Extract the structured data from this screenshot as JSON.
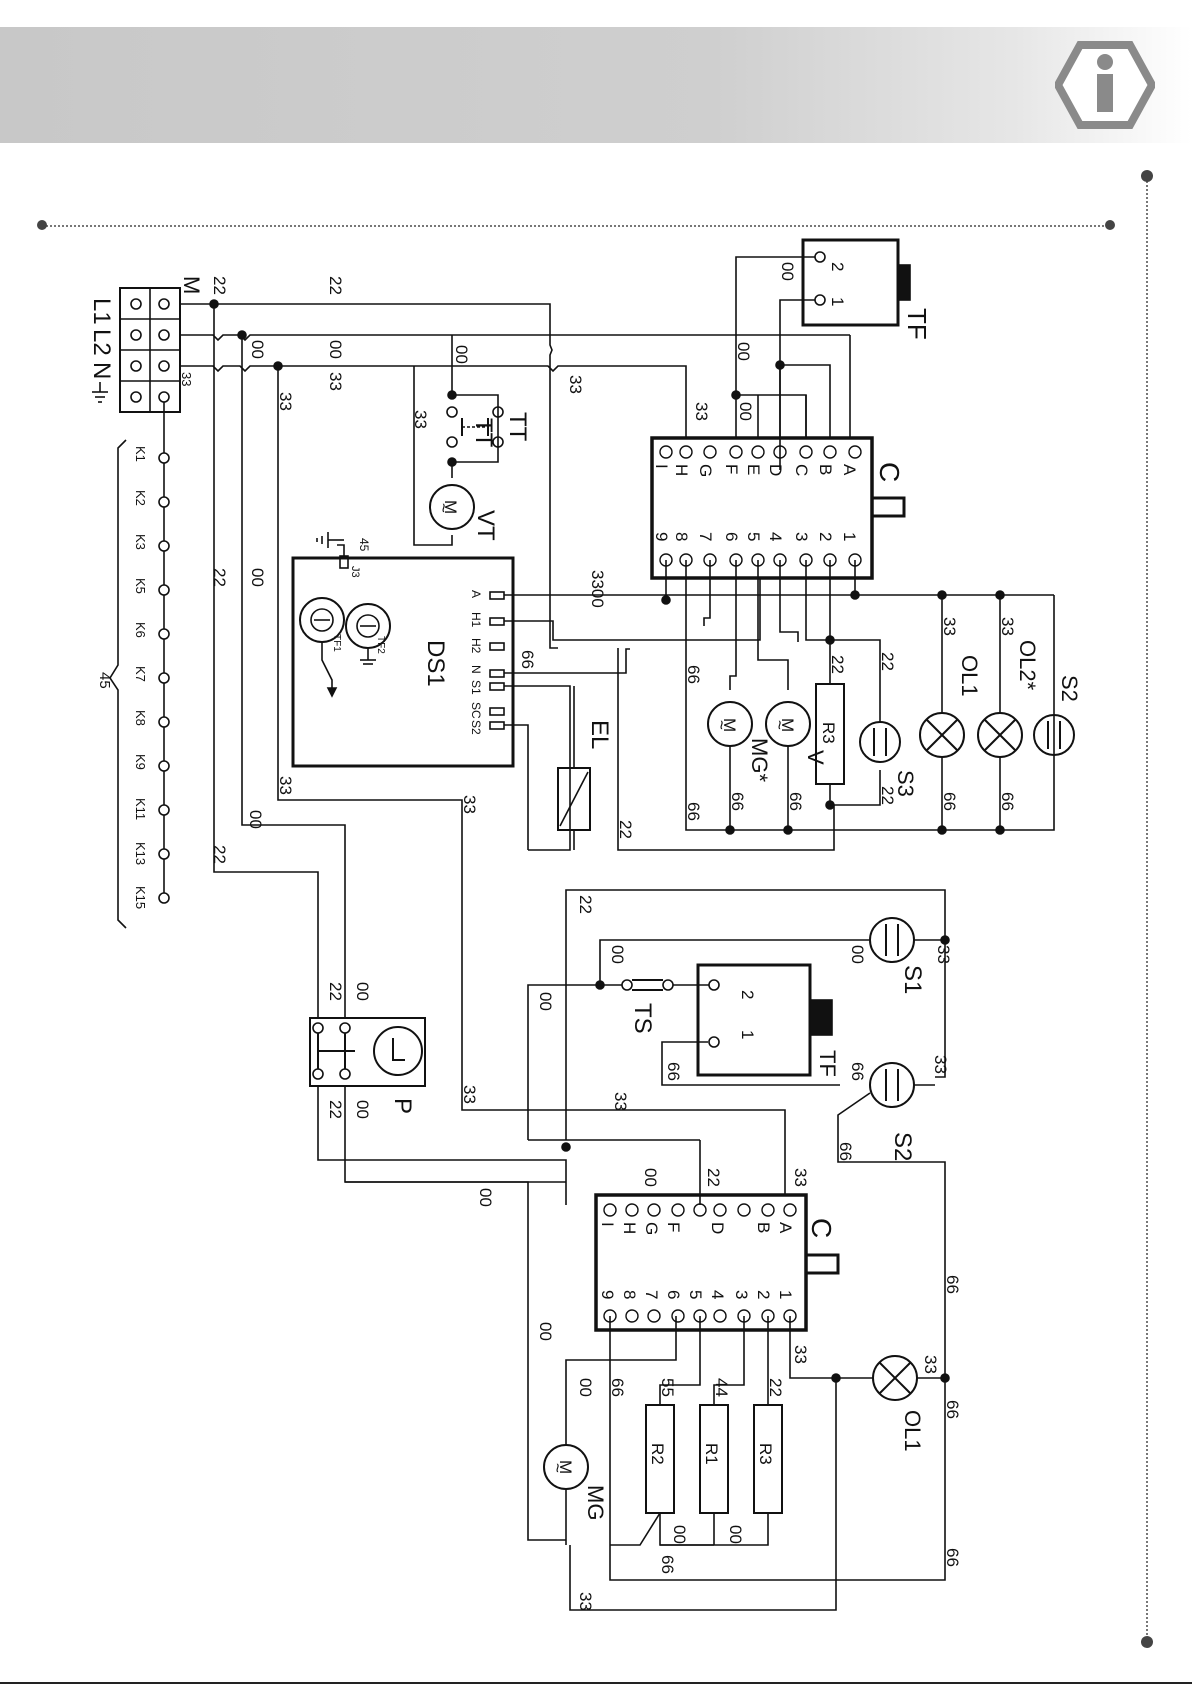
{
  "terminal_block": {
    "labels": [
      "L1",
      "L2",
      "N"
    ],
    "m_label": "M"
  },
  "wires_top": {
    "w22a": "22",
    "w22b": "22",
    "w00a": "00",
    "w00b": "00",
    "w00c": "00",
    "w33a": "33",
    "w33b": "33",
    "w33c": "33",
    "w33d": "33",
    "w33e": "33"
  },
  "connector_upper": {
    "label": "C",
    "letter_pins": [
      "A",
      "B",
      "C",
      "D",
      "E",
      "F",
      "G",
      "H",
      "I"
    ],
    "number_pins": [
      "1",
      "2",
      "3",
      "4",
      "5",
      "6",
      "7",
      "8",
      "9"
    ]
  },
  "connector_lower": {
    "label": "C",
    "letter_pins": [
      "A",
      "B",
      "D",
      "F",
      "G",
      "H",
      "I"
    ],
    "number_pins": [
      "1",
      "2",
      "3",
      "4",
      "5",
      "6",
      "7",
      "8",
      "9"
    ]
  },
  "components": {
    "tf_top": "TF",
    "tf_top_pin1": "1",
    "tf_top_pin2": "2",
    "tf_top_wire": "00",
    "tt1": "TT",
    "tt2": "TT",
    "vt": "VT",
    "ds1": "DS1",
    "ds1_pins": [
      "A",
      "H1",
      "H2",
      "N",
      "S1",
      "SC",
      "S2"
    ],
    "tf1": "TF1",
    "tf2": "TF2",
    "j3": "J3",
    "j3_wire": "45",
    "el": "EL",
    "ol1": "OL1",
    "ol2": "OL2*",
    "s2_top": "S2",
    "s3": "S3",
    "r3_top": "R3",
    "mg_top": "MG*",
    "v": "V",
    "s1": "S1",
    "ts": "TS",
    "tf_bottom": "TF",
    "tf_bottom_pin1": "1",
    "tf_bottom_pin2": "2",
    "s2_bottom": "S2",
    "p": "P",
    "ol1_bottom": "OL1",
    "r1": "R1",
    "r2": "R2",
    "r3_bottom": "R3",
    "mg_bottom": "MG"
  },
  "k_labels": [
    "K1",
    "K2",
    "K3",
    "K5",
    "K6",
    "K7",
    "K8",
    "K9",
    "K11",
    "K13",
    "K15"
  ],
  "k_brace_label": "45",
  "motor_symbol": "M",
  "motor_tilde": "~",
  "wire_numbers": {
    "n33": "33",
    "n00": "00",
    "n22": "22",
    "n66": "66",
    "n55": "55",
    "n44": "44",
    "n3300": "3300"
  },
  "colors": {
    "line": "#111111",
    "header": "#cccccc",
    "badge": "#8a8a8a"
  },
  "icons": {
    "info": "info-hexagon-icon"
  }
}
